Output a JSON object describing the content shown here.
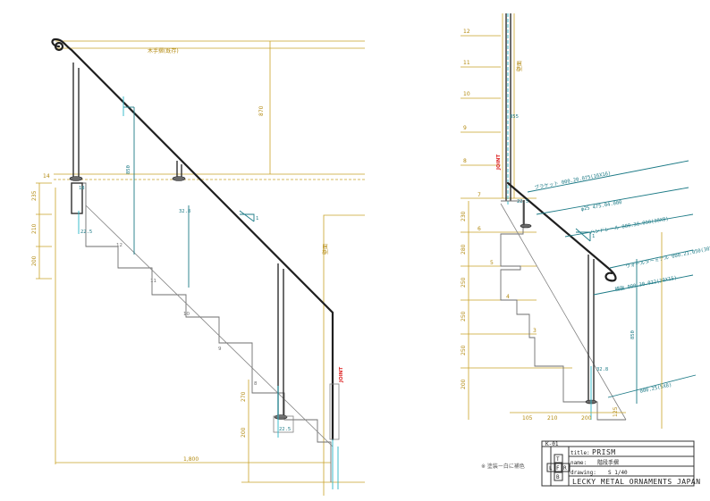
{
  "left_view": {
    "top_label": "木手摺(既存)",
    "dims": {
      "d870": "870",
      "d850": "850",
      "d14": "14",
      "d235": "235",
      "d210": "210",
      "d200": "200",
      "d270": "270",
      "d200b": "200",
      "d1800": "1,800",
      "d32": "32.8",
      "d22": "22.5",
      "d18": "18"
    },
    "step_numbers": [
      "12",
      "11",
      "10",
      "9",
      "8"
    ],
    "slope_mark": "1",
    "wall_label": "壁面",
    "joint_label": "JOINT"
  },
  "right_view": {
    "level_numbers": [
      "12",
      "11",
      "10",
      "9",
      "8",
      "7",
      "6",
      "5",
      "4",
      "3"
    ],
    "wall_label": "壁面",
    "joint_label": "JOINT",
    "callouts": [
      "ブラケット  000.20.075(16X16)",
      "φ25  475.04.000",
      "ハンドレール  000.30.090(30X8)",
      "ウォールターミナル  000.21.050(30X8)",
      "補強  000.30.022(30X15)",
      "000.25(5X8)"
    ],
    "dims": {
      "d850": "850",
      "d855": "855",
      "d280": "280",
      "d230": "230",
      "d250": "250",
      "d125": "125",
      "d105": "105",
      "d210": "210",
      "d200": "200",
      "d32": "32.8",
      "d22": "22.5"
    },
    "slope_mark": "1"
  },
  "note": "※ 塗装ー白に補色",
  "title_block": {
    "code": "K-01",
    "title_label": "title:",
    "title": "PRISM",
    "name_label": "name:",
    "name": "階段手摺",
    "drawing_label": "drawing:",
    "scale": "S 1/40",
    "letters": [
      "T",
      "L",
      "F",
      "R",
      "B"
    ],
    "company": "LECKY METAL ORNAMENTS JAPAN"
  }
}
